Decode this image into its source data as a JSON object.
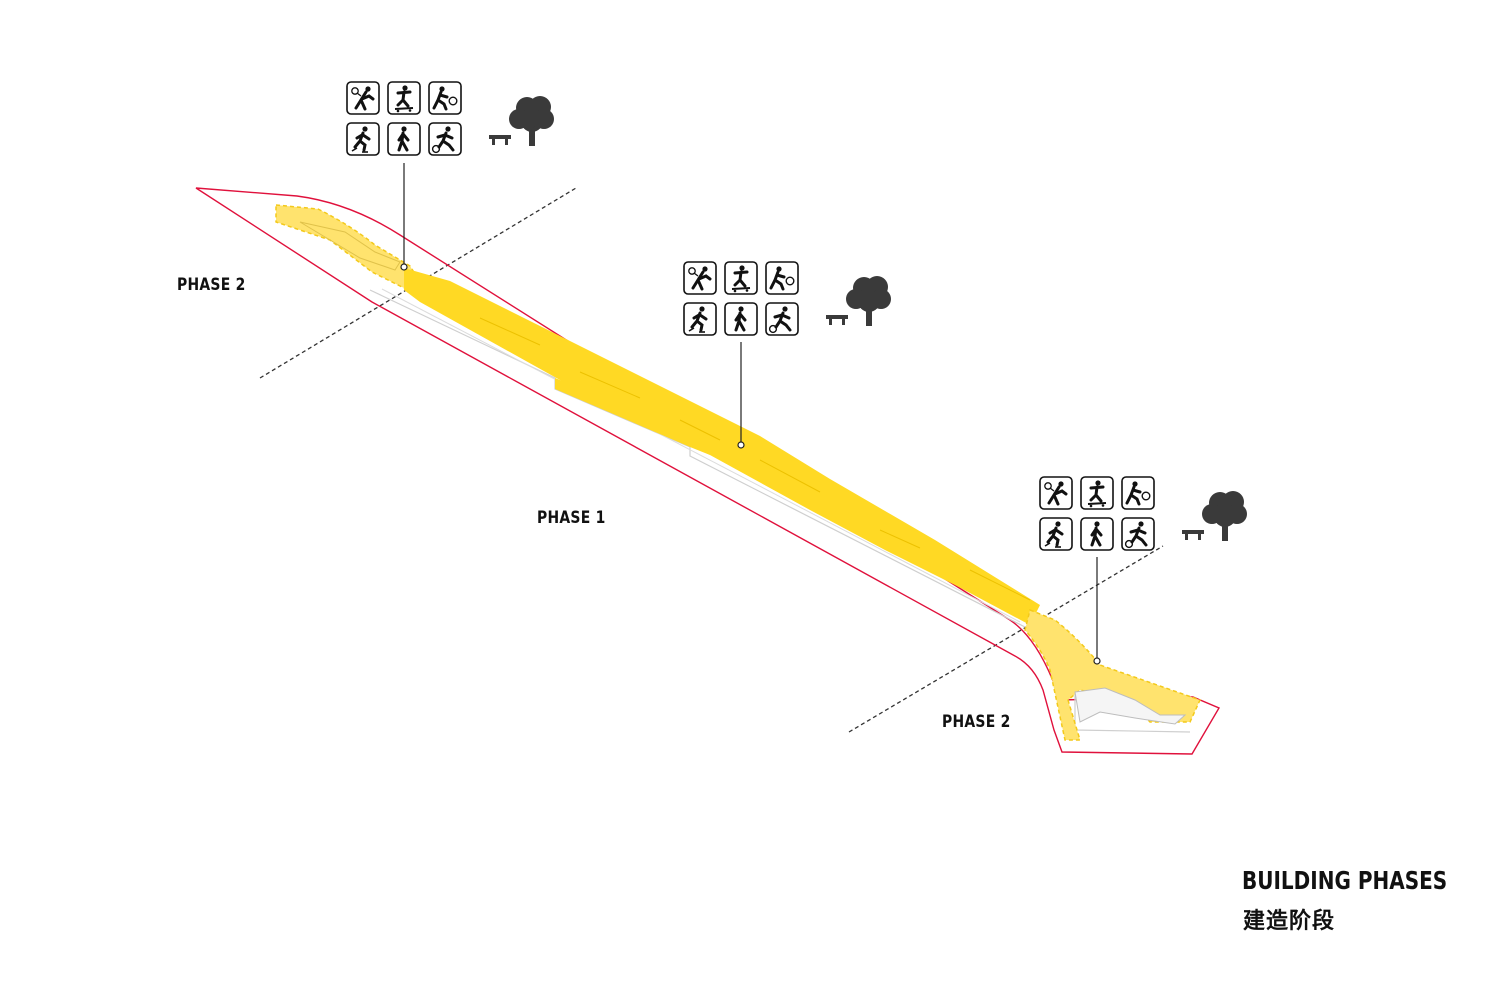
{
  "labels": {
    "phase2_left": "PHASE 2",
    "phase1": "PHASE 1",
    "phase2_right": "PHASE 2"
  },
  "legend": {
    "title_en": "BUILDING PHASES",
    "title_zh": "建造阶段"
  },
  "activity_groups": [
    {
      "icons": [
        "badminton-icon",
        "skateboard-icon",
        "tennis-icon",
        "rollerskate-icon",
        "walking-icon",
        "football-icon"
      ],
      "extras": [
        "bench-icon",
        "tree-icon"
      ]
    },
    {
      "icons": [
        "badminton-icon",
        "skateboard-icon",
        "tennis-icon",
        "rollerskate-icon",
        "walking-icon",
        "football-icon"
      ],
      "extras": [
        "bench-icon",
        "tree-icon"
      ]
    },
    {
      "icons": [
        "badminton-icon",
        "skateboard-icon",
        "tennis-icon",
        "rollerskate-icon",
        "walking-icon",
        "football-icon"
      ],
      "extras": [
        "bench-icon",
        "tree-icon"
      ]
    }
  ],
  "colors": {
    "phase1_fill": "#FFD924",
    "phase2_fill": "#FFE36E",
    "site_boundary": "#E0113C",
    "divider": "#333333",
    "icon": "#111111",
    "tree": "#3a3a3a"
  }
}
